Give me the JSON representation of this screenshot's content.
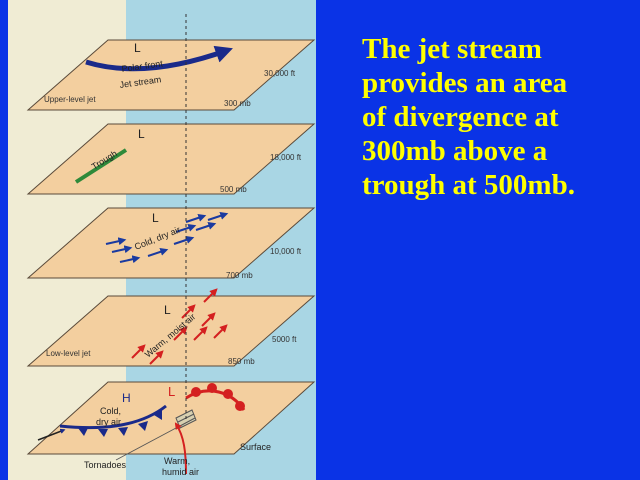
{
  "slide": {
    "lines": [
      "The jet stream",
      "provides an area",
      "of divergence at",
      "300mb above a",
      "trough at 500mb."
    ]
  },
  "diagram": {
    "levels": [
      {
        "id": "300mb",
        "altitude": "30,000 ft",
        "pressure": "300 mb",
        "low_label": "L",
        "features": [
          "Polar front",
          "Jet stream"
        ],
        "side_label": "Upper-level jet"
      },
      {
        "id": "500mb",
        "altitude": "18,000 ft",
        "pressure": "500 mb",
        "low_label": "L",
        "features": [
          "Trough"
        ]
      },
      {
        "id": "700mb",
        "altitude": "10,000 ft",
        "pressure": "700 mb",
        "low_label": "L",
        "features": [
          "Cold, dry air"
        ]
      },
      {
        "id": "850mb",
        "altitude": "5000 ft",
        "pressure": "850 mb",
        "low_label": "L",
        "features": [
          "Warm, moist air"
        ],
        "side_label": "Low-level jet"
      },
      {
        "id": "surface",
        "altitude": "Surface",
        "low_label": "L",
        "high_label": "H",
        "features": [
          "Cold, dry air",
          "Tornadoes",
          "Warm, humid air"
        ]
      }
    ],
    "colors": {
      "background": "#0a33e6",
      "slide_text": "#ffff00",
      "panel": "#f0ecd4",
      "plane": "#f3cf9f",
      "water": "#a9d6e4",
      "jet_arrow": "#1a2a8a",
      "trough": "#2e8a3a",
      "cold_arrows": "#1a3aa0",
      "warm_arrows": "#d42020",
      "cold_front": "#1a2a8a",
      "warm_front": "#d42020"
    }
  }
}
